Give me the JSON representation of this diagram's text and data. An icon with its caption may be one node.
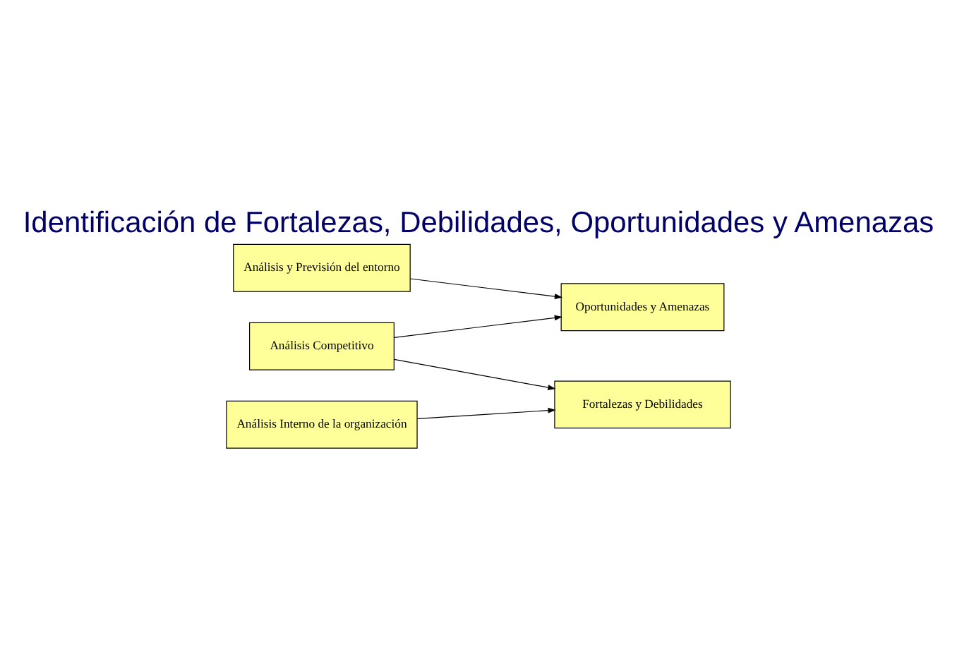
{
  "diagram": {
    "title": "Identificación de Fortalezas, Debilidades, Oportunidades y Amenazas",
    "nodes": [
      {
        "text": [
          "Análisis y Previsión del entorno"
        ]
      },
      {
        "text": [
          "Oportunidades y Amenazas"
        ]
      },
      {
        "text": [
          "Análisis Competitivo"
        ]
      },
      {
        "text": [
          "Análisis Interno de la organización"
        ]
      },
      {
        "text": [
          "Fortalezas y Debilidades"
        ]
      }
    ],
    "edges": [
      {
        "from": 0,
        "to": 1,
        "arrow": "to"
      },
      {
        "from": 2,
        "to": 1,
        "arrow": "to"
      },
      {
        "from": 2,
        "to": 4,
        "arrow": "to"
      },
      {
        "from": 3,
        "to": 4,
        "arrow": "to"
      }
    ]
  }
}
